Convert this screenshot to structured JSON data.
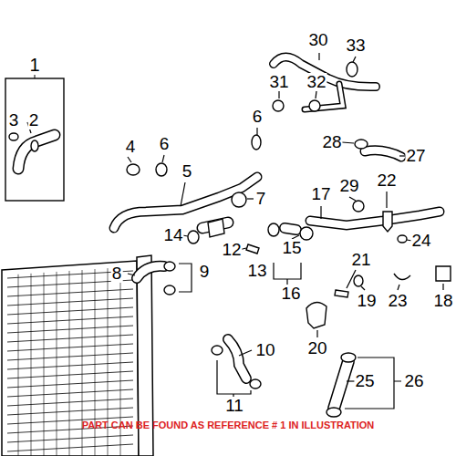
{
  "diagram": {
    "caption": "PART CAN BE FOUND AS REFERENCE # 1 IN ILLUSTRATION",
    "nodes": [
      {
        "text": [
          "1"
        ]
      }
    ],
    "labels": [
      "3",
      "2",
      "30",
      "33",
      "31",
      "32",
      "28",
      "27",
      "6",
      "4",
      "6",
      "5",
      "7",
      "17",
      "29",
      "22",
      "14",
      "12",
      "15",
      "24",
      "13",
      "8",
      "9",
      "21",
      "23",
      "18",
      "19",
      "16",
      "20",
      "10",
      "25",
      "26",
      "11"
    ]
  }
}
